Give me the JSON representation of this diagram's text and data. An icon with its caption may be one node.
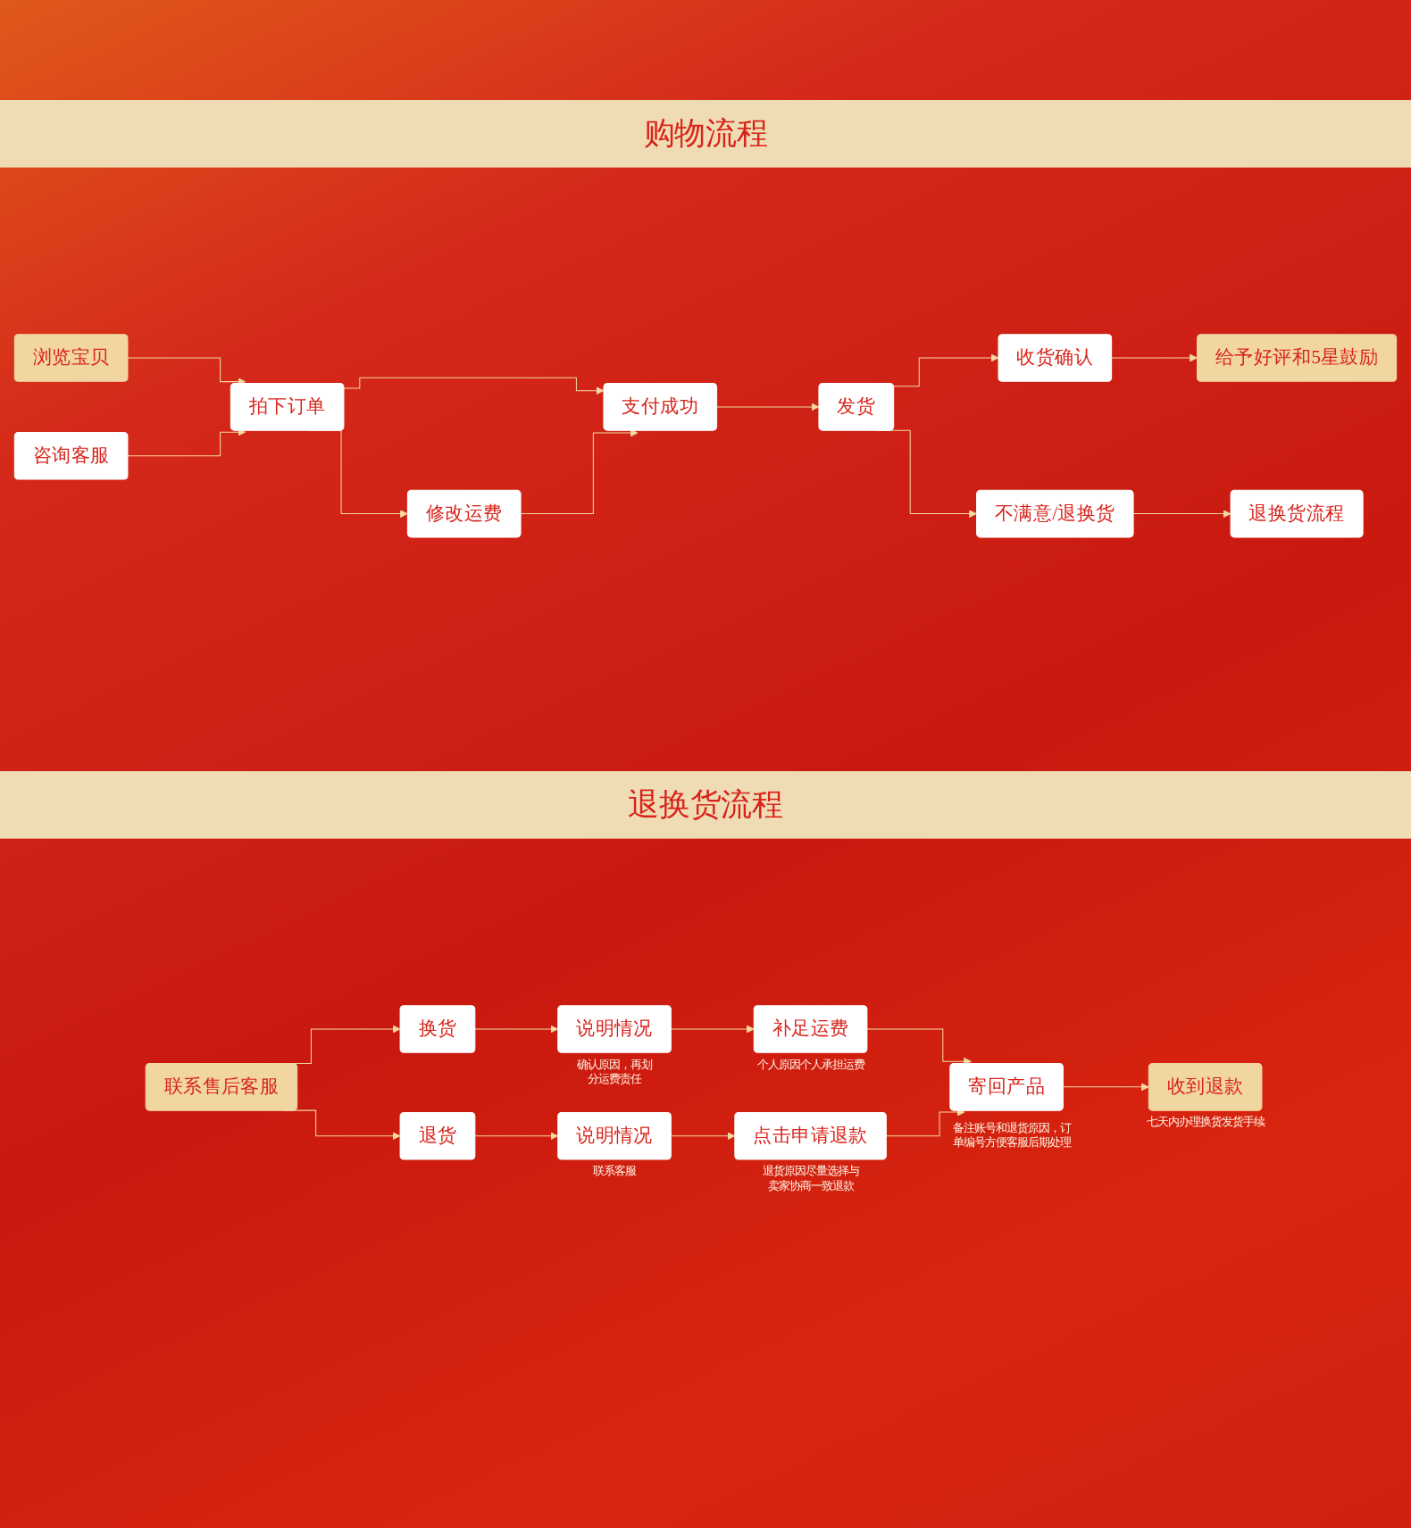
{
  "diagram": {
    "nodes": [
      {
        "text": [
          "购物流程"
        ]
      },
      {
        "text": [
          "浏览宝贝"
        ]
      },
      {
        "text": [
          "咨询客服"
        ]
      },
      {
        "text": [
          "拍下订单"
        ]
      },
      {
        "text": [
          "支付成功"
        ]
      },
      {
        "text": [
          "修改运费"
        ]
      },
      {
        "text": [
          "发货"
        ]
      },
      {
        "text": [
          "收货确认"
        ]
      },
      {
        "text": [
          "给予好评和5星鼓励"
        ]
      },
      {
        "text": [
          "不满意/退换货"
        ]
      },
      {
        "text": [
          "退换货流程"
        ]
      },
      {
        "text": [
          "退换货流程"
        ]
      },
      {
        "text": [
          "联系售后客服"
        ]
      },
      {
        "text": [
          "换货"
        ]
      },
      {
        "text": [
          "说明情况"
        ],
        "beside": [
          "确认原因，再划分运费责任"
        ]
      },
      {
        "text": [
          "补足运费"
        ],
        "beside": [
          "个人原因个人承担运费"
        ]
      },
      {
        "text": [
          "寄回产品"
        ],
        "beside": [
          "备注账号和退货原因，订单编号方便客服后期处理"
        ]
      },
      {
        "text": [
          "退货"
        ]
      },
      {
        "text": [
          "说明情况"
        ],
        "beside": [
          "联系客服"
        ]
      },
      {
        "text": [
          "点击申请退款"
        ],
        "beside": [
          "退货原因尽量选择与卖家协商一致退款"
        ]
      },
      {
        "text": [
          "收到退款"
        ],
        "beside": [
          "七天内办理换货发货手续"
        ]
      }
    ],
    "edges": [
      {
        "from": 1,
        "to": 3,
        "arrow": "to"
      },
      {
        "from": 2,
        "to": 3,
        "arrow": "to"
      },
      {
        "from": 3,
        "to": 4,
        "arrow": "to"
      },
      {
        "from": 3,
        "to": 5,
        "arrow": "to"
      },
      {
        "from": 5,
        "to": 4,
        "arrow": "to"
      },
      {
        "from": 4,
        "to": 6,
        "arrow": "to"
      },
      {
        "from": 6,
        "to": 7,
        "arrow": "to"
      },
      {
        "from": 7,
        "to": 8,
        "arrow": "to"
      },
      {
        "from": 6,
        "to": 9,
        "arrow": "to"
      },
      {
        "from": 9,
        "to": 10,
        "arrow": "to"
      },
      {
        "from": 12,
        "to": 13,
        "arrow": "to"
      },
      {
        "from": 12,
        "to": 17,
        "arrow": "to"
      },
      {
        "from": 13,
        "to": 14,
        "arrow": "to"
      },
      {
        "from": 14,
        "to": 15,
        "arrow": "to"
      },
      {
        "from": 15,
        "to": 16,
        "arrow": "to"
      },
      {
        "from": 17,
        "to": 18,
        "arrow": "to"
      },
      {
        "from": 18,
        "to": 19,
        "arrow": "to"
      },
      {
        "from": 19,
        "to": 16,
        "arrow": "to"
      },
      {
        "from": 16,
        "to": 20,
        "arrow": "to"
      }
    ]
  }
}
